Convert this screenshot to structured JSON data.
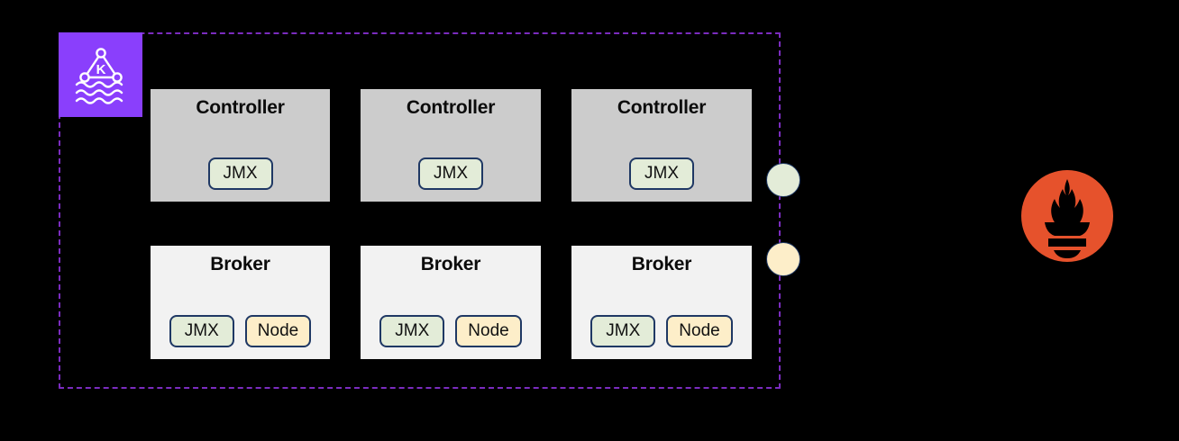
{
  "diagram": {
    "background_color": "#000000",
    "cluster": {
      "name": "kafka-cluster-boundary",
      "border_color": "#7b2cbf",
      "border_style": "dashed"
    },
    "logo_tile": {
      "icon": "kafka-logo-icon",
      "letter": "K",
      "background_color": "#8a3ffc",
      "foreground_color": "#ffffff"
    },
    "controllers": [
      {
        "title": "Controller",
        "background_color": "#cccccc",
        "pills": [
          {
            "label": "JMX",
            "kind": "jmx",
            "color": "#e3ecd8"
          }
        ]
      },
      {
        "title": "Controller",
        "background_color": "#cccccc",
        "pills": [
          {
            "label": "JMX",
            "kind": "jmx",
            "color": "#e3ecd8"
          }
        ]
      },
      {
        "title": "Controller",
        "background_color": "#cccccc",
        "pills": [
          {
            "label": "JMX",
            "kind": "jmx",
            "color": "#e3ecd8"
          }
        ]
      }
    ],
    "brokers": [
      {
        "title": "Broker",
        "background_color": "#f2f2f2",
        "pills": [
          {
            "label": "JMX",
            "kind": "jmx",
            "color": "#e3ecd8"
          },
          {
            "label": "Node",
            "kind": "node",
            "color": "#fdeec9"
          }
        ]
      },
      {
        "title": "Broker",
        "background_color": "#f2f2f2",
        "pills": [
          {
            "label": "JMX",
            "kind": "jmx",
            "color": "#e3ecd8"
          },
          {
            "label": "Node",
            "kind": "node",
            "color": "#fdeec9"
          }
        ]
      },
      {
        "title": "Broker",
        "background_color": "#f2f2f2",
        "pills": [
          {
            "label": "JMX",
            "kind": "jmx",
            "color": "#e3ecd8"
          },
          {
            "label": "Node",
            "kind": "node",
            "color": "#fdeec9"
          }
        ]
      }
    ],
    "endpoints": [
      {
        "name": "jmx-exporter-endpoint",
        "color": "#e3ecd8"
      },
      {
        "name": "node-exporter-endpoint",
        "color": "#fdeec9"
      }
    ],
    "monitoring": {
      "icon": "prometheus-logo-icon",
      "brand_color": "#e6522c",
      "flame_color": "#000000"
    }
  }
}
